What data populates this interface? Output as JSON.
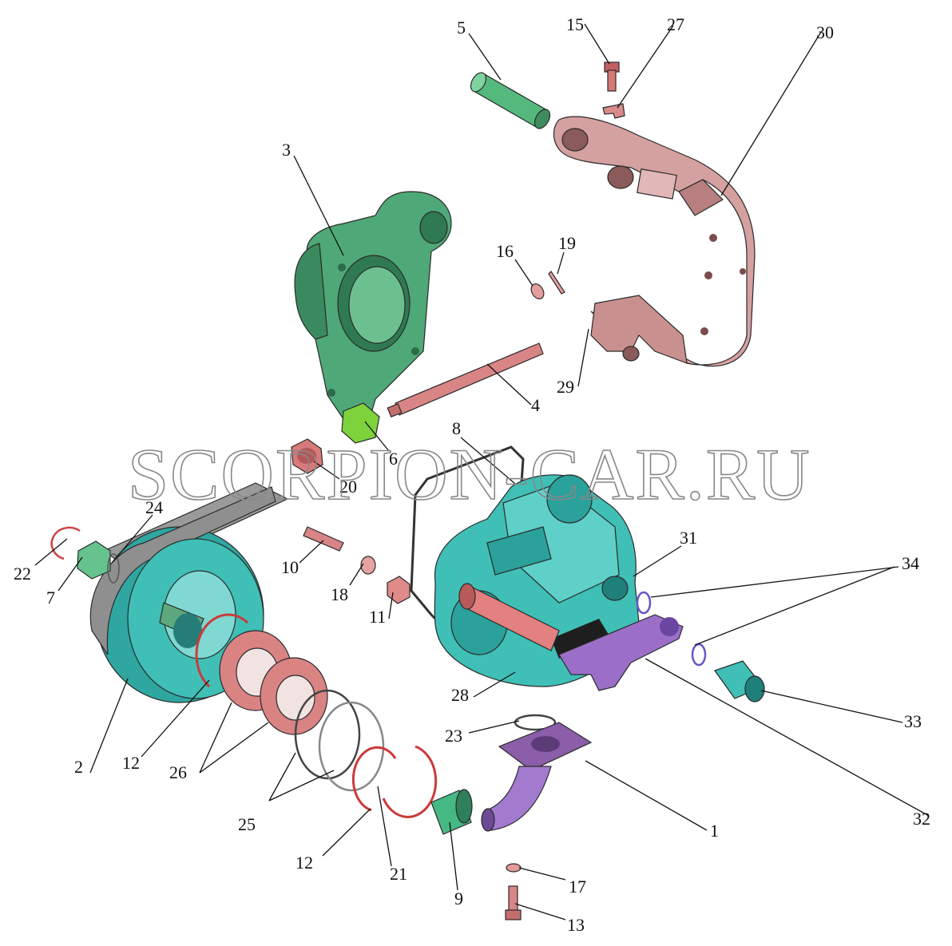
{
  "watermark": "SCORPION-CAR.RU",
  "colors": {
    "teal": "#3fbfb6",
    "green": "#4fa877",
    "lime": "#7ed23c",
    "pink": "#d98f8f",
    "rose": "#c99b9b",
    "violet": "#9b6fc8",
    "gray": "#9a9a9a"
  },
  "callouts": [
    "1",
    "2",
    "3",
    "4",
    "5",
    "6",
    "7",
    "8",
    "9",
    "10",
    "11",
    "12",
    "12",
    "13",
    "15",
    "16",
    "17",
    "18",
    "19",
    "20",
    "21",
    "22",
    "23",
    "24",
    "25",
    "26",
    "27",
    "28",
    "29",
    "30",
    "31",
    "32",
    "33",
    "34"
  ],
  "labels": {
    "c1": "1",
    "c2": "2",
    "c3": "3",
    "c4": "4",
    "c5": "5",
    "c6": "6",
    "c7": "7",
    "c8": "8",
    "c9": "9",
    "c10": "10",
    "c11": "11",
    "c12a": "12",
    "c12b": "12",
    "c13": "13",
    "c15": "15",
    "c16": "16",
    "c17": "17",
    "c18": "18",
    "c19": "19",
    "c20": "20",
    "c21": "21",
    "c22": "22",
    "c23": "23",
    "c24": "24",
    "c25": "25",
    "c26": "26",
    "c27": "27",
    "c28": "28",
    "c29": "29",
    "c30": "30",
    "c31": "31",
    "c32": "32",
    "c33": "33",
    "c34": "34"
  },
  "parts": {
    "p1": "elbow-pipe",
    "p2": "pulley",
    "p3": "bracket-housing",
    "p4": "shaft",
    "p5": "pin",
    "p7": "nut",
    "p8": "gasket",
    "p9": "bushing",
    "p26": "bearings",
    "p30": "support-bracket",
    "p31": "pump-body",
    "p32": "manifold"
  }
}
